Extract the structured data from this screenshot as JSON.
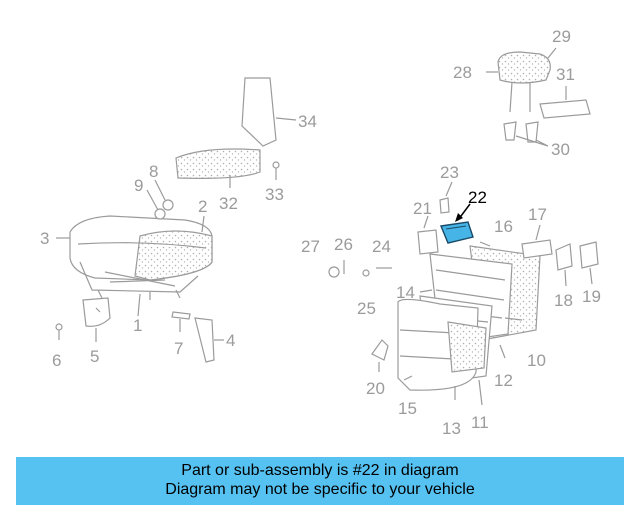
{
  "diagram": {
    "labels": [
      {
        "id": "1",
        "text": "1"
      },
      {
        "id": "2",
        "text": "2"
      },
      {
        "id": "3",
        "text": "3"
      },
      {
        "id": "4",
        "text": "4"
      },
      {
        "id": "5",
        "text": "5"
      },
      {
        "id": "6",
        "text": "6"
      },
      {
        "id": "7",
        "text": "7"
      },
      {
        "id": "8",
        "text": "8"
      },
      {
        "id": "9",
        "text": "9"
      },
      {
        "id": "10",
        "text": "10"
      },
      {
        "id": "11",
        "text": "11"
      },
      {
        "id": "12",
        "text": "12"
      },
      {
        "id": "13",
        "text": "13"
      },
      {
        "id": "14",
        "text": "14"
      },
      {
        "id": "15",
        "text": "15"
      },
      {
        "id": "16",
        "text": "16"
      },
      {
        "id": "17",
        "text": "17"
      },
      {
        "id": "18",
        "text": "18"
      },
      {
        "id": "19",
        "text": "19"
      },
      {
        "id": "20",
        "text": "20"
      },
      {
        "id": "21",
        "text": "21"
      },
      {
        "id": "22",
        "text": "22"
      },
      {
        "id": "23",
        "text": "23"
      },
      {
        "id": "24",
        "text": "24"
      },
      {
        "id": "25",
        "text": "25"
      },
      {
        "id": "26",
        "text": "26"
      },
      {
        "id": "27",
        "text": "27"
      },
      {
        "id": "28",
        "text": "28"
      },
      {
        "id": "29",
        "text": "29"
      },
      {
        "id": "30",
        "text": "30"
      },
      {
        "id": "31",
        "text": "31"
      },
      {
        "id": "32",
        "text": "32"
      },
      {
        "id": "33",
        "text": "33"
      },
      {
        "id": "34",
        "text": "34"
      }
    ],
    "highlighted_part": "22",
    "highlight_color": "#46b4e6",
    "line_color": "#9b9b9b"
  },
  "banner": {
    "line1": "Part or sub-assembly is #22 in diagram",
    "line2": "Diagram may not be specific to your vehicle",
    "background": "#56c2f2"
  }
}
